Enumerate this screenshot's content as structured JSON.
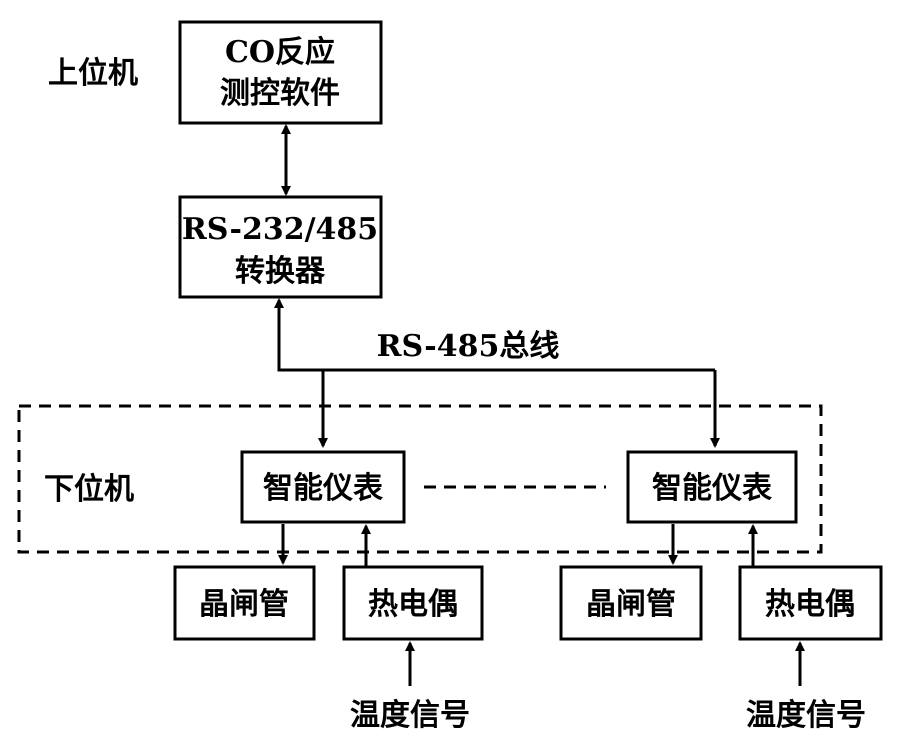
{
  "labels": {
    "upper_computer": "上位机",
    "lower_computer": "下位机",
    "bus": "RS-485总线"
  },
  "software_box": {
    "line1": "CO反应",
    "line2": "测控软件"
  },
  "converter_box": {
    "line1": "RS-232/485",
    "line2": "转换器"
  },
  "instruments": [
    {
      "label": "智能仪表",
      "thyristor": "晶闸管",
      "thermocouple": "热电偶",
      "signal": "温度信号"
    },
    {
      "label": "智能仪表",
      "thyristor": "晶闸管",
      "thermocouple": "热电偶",
      "signal": "温度信号"
    }
  ]
}
